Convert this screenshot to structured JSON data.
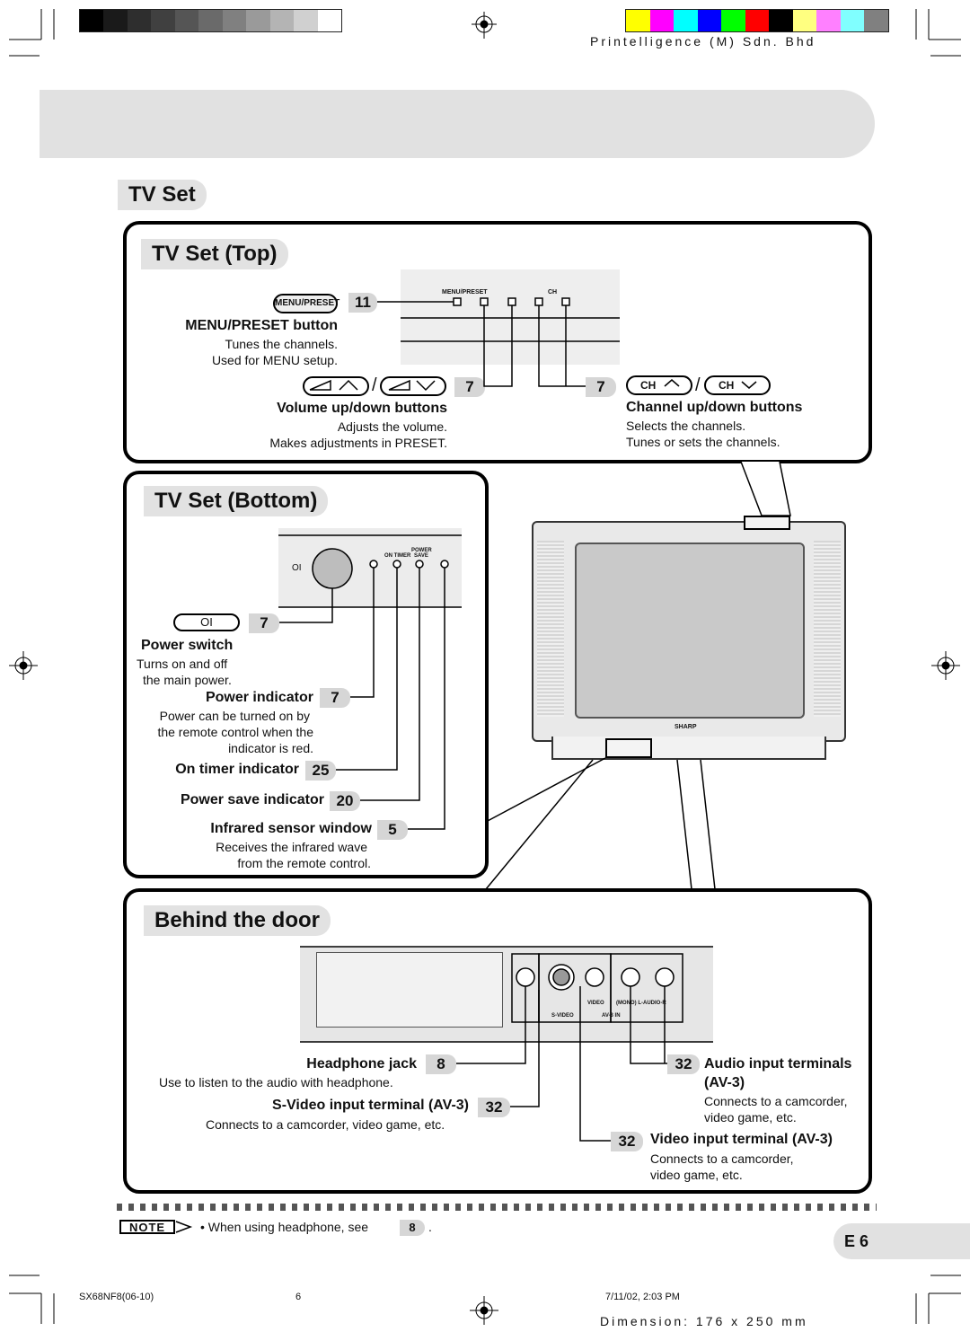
{
  "header": {
    "printer": "Printelligence (M) Sdn. Bhd",
    "gray_swatches": [
      "#000000",
      "#1a1a1a",
      "#2e2e2e",
      "#404040",
      "#555555",
      "#6a6a6a",
      "#808080",
      "#9a9a9a",
      "#b4b4b4",
      "#d0d0d0",
      "#ffffff"
    ],
    "color_swatches": [
      "#ffff00",
      "#ff00ff",
      "#00ffff",
      "#0000ff",
      "#00ff00",
      "#ff0000",
      "#000000",
      "#ffff80",
      "#ff80ff",
      "#80ffff",
      "#808080"
    ]
  },
  "section_title": "TV Set",
  "top": {
    "title": "TV Set (Top)",
    "panel_labels": {
      "menu": "MENU/PRESET",
      "ch": "CH"
    },
    "menu_button_icon": "MENU/PRESET",
    "menu_ref": "11",
    "menu_title": "MENU/PRESET button",
    "menu_desc": [
      "Tunes the channels.",
      "Used for MENU setup."
    ],
    "volume_ref": "7",
    "volume_title": "Volume up/down buttons",
    "volume_desc": [
      "Adjusts the volume.",
      "Makes adjustments in PRESET."
    ],
    "channel_ref": "7",
    "channel_button_text": "CH",
    "channel_title": "Channel up/down buttons",
    "channel_desc": [
      "Selects the channels.",
      "Tunes or sets the channels."
    ]
  },
  "bottom": {
    "title": "TV Set (Bottom)",
    "panel_labels": {
      "on_timer": "ON TIMER",
      "power": "POWER",
      "save": "SAVE"
    },
    "power_symbol": "OI",
    "power_ref": "7",
    "power_title": "Power switch",
    "power_desc": [
      "Turns on and off",
      "the main power."
    ],
    "indicator_title": "Power indicator",
    "indicator_ref": "7",
    "indicator_desc": [
      "Power can be turned on by",
      "the remote control when the",
      "indicator is red."
    ],
    "timer_title": "On timer indicator",
    "timer_ref": "25",
    "save_title": "Power save indicator",
    "save_ref": "20",
    "infrared_title": "Infrared sensor window",
    "infrared_ref": "5",
    "infrared_desc": [
      "Receives the infrared wave",
      "from the remote control."
    ]
  },
  "tv": {
    "brand": "SHARP"
  },
  "door": {
    "title": "Behind the door",
    "panel_labels": {
      "video": "VIDEO",
      "audio": "(MONO) L-AUDIO-R",
      "svideo": "S-VIDEO",
      "av3": "AV-3 IN"
    },
    "headphone_title": "Headphone jack",
    "headphone_ref": "8",
    "headphone_desc": "Use to listen to the audio with headphone.",
    "svideo_title": "S-Video input terminal (AV-3)",
    "svideo_ref": "32",
    "svideo_desc": "Connects to a camcorder, video game, etc.",
    "audio_ref": "32",
    "audio_title": [
      "Audio input terminals",
      "(AV-3)"
    ],
    "audio_desc": [
      "Connects to a camcorder,",
      "video game, etc."
    ],
    "video_ref": "32",
    "video_title": "Video input terminal (AV-3)",
    "video_desc": [
      "Connects to a camcorder,",
      "video game, etc."
    ]
  },
  "note": {
    "label": "NOTE",
    "text": "• When using headphone, see",
    "ref": "8",
    "end": "."
  },
  "page_tab": "E 6",
  "footer": {
    "code": "SX68NF8(06-10)",
    "page": "6",
    "date": "7/11/02, 2:03 PM",
    "dimension": "Dimension: 176 x 250 mm"
  }
}
